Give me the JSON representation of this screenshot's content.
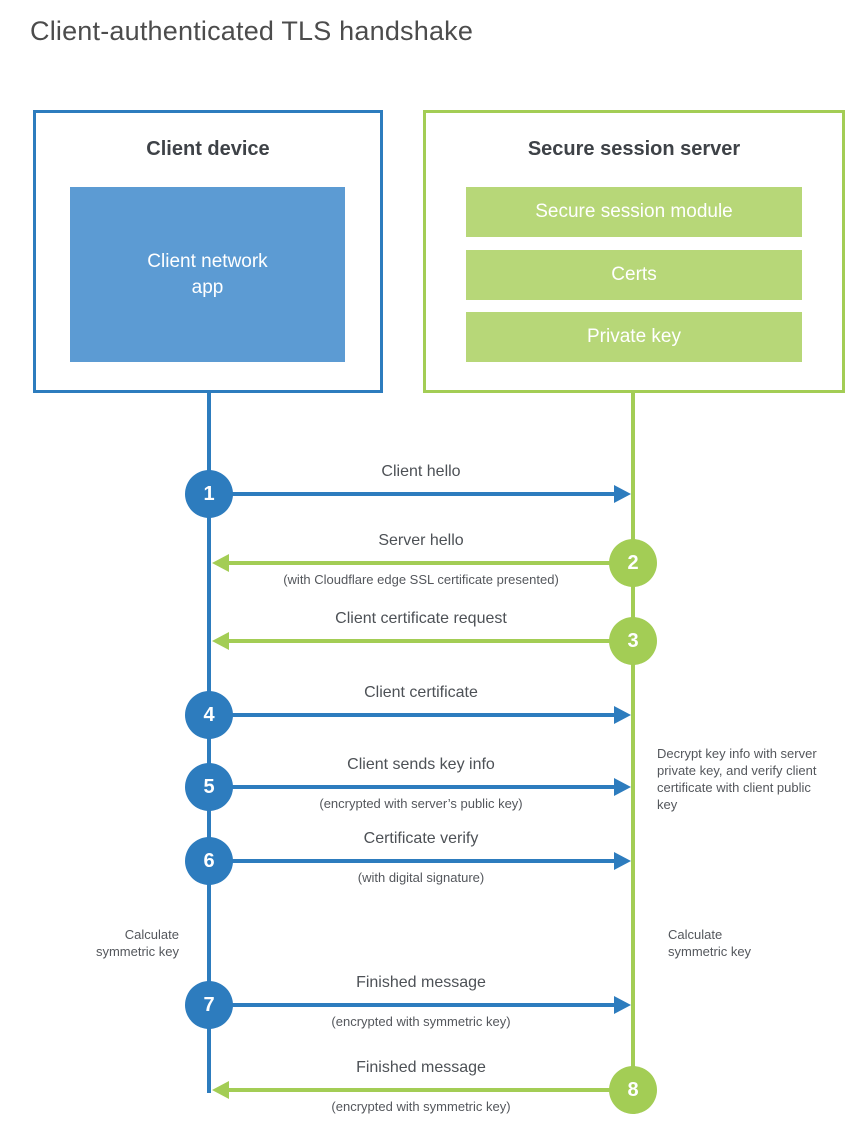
{
  "title": "Client-authenticated TLS handshake",
  "colors": {
    "client_accent": "#2d7cbe",
    "client_fill": "#5c9bd3",
    "server_accent": "#a3cd55",
    "server_fill": "#b7d778",
    "heading_text": "#3e4247",
    "label_text": "#4d5156"
  },
  "client_box": {
    "title": "Client device",
    "app_label": "Client network app"
  },
  "server_box": {
    "title": "Secure session server",
    "modules": [
      "Secure session module",
      "Certs",
      "Private key"
    ]
  },
  "steps": [
    {
      "number": "1",
      "from": "client",
      "to": "server",
      "label": "Client hello",
      "sublabel": ""
    },
    {
      "number": "2",
      "from": "server",
      "to": "client",
      "label": "Server hello",
      "sublabel": "(with Cloudflare edge SSL certificate presented)"
    },
    {
      "number": "3",
      "from": "server",
      "to": "client",
      "label": "Client certificate request",
      "sublabel": ""
    },
    {
      "number": "4",
      "from": "client",
      "to": "server",
      "label": "Client certificate",
      "sublabel": ""
    },
    {
      "number": "5",
      "from": "client",
      "to": "server",
      "label": "Client sends key info",
      "sublabel": "(encrypted with server’s public key)"
    },
    {
      "number": "6",
      "from": "client",
      "to": "server",
      "label": "Certificate verify",
      "sublabel": "(with digital signature)"
    },
    {
      "number": "7",
      "from": "client",
      "to": "server",
      "label": "Finished message",
      "sublabel": "(encrypted with symmetric key)"
    },
    {
      "number": "8",
      "from": "server",
      "to": "client",
      "label": "Finished message",
      "sublabel": "(encrypted with symmetric key)"
    }
  ],
  "annotations": {
    "decrypt_note": "Decrypt key info with server private key, and verify client certificate with client public key",
    "calc_left": "Calculate symmetric key",
    "calc_right": "Calculate symmetric key"
  }
}
